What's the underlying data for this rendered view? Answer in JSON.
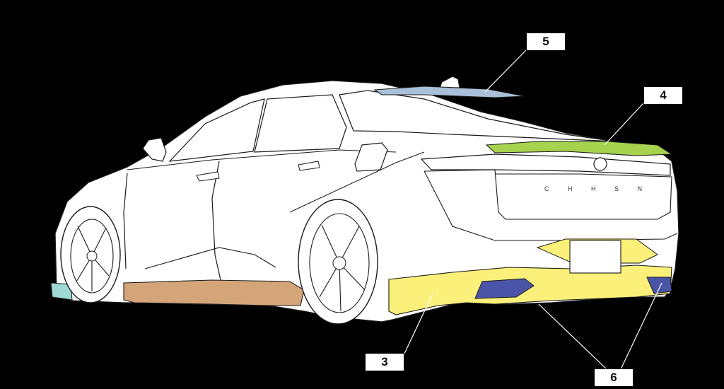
{
  "diagram": {
    "callouts": [
      {
        "id": "5",
        "label": "5"
      },
      {
        "id": "4",
        "label": "4"
      },
      {
        "id": "3",
        "label": "3"
      },
      {
        "id": "6",
        "label": "6"
      }
    ],
    "trunk_badge": "C H H S N",
    "colors": {
      "background": "#000000",
      "body": "#ffffff",
      "outline": "#1a1a1a",
      "rear_bumper": "#fbf07a",
      "trunk_spoiler": "#a6d24e",
      "roof_spoiler": "#a9c0d8",
      "side_skirt": "#d5a57a",
      "front_lip": "#9fd9d4",
      "exhaust_finisher": "#4a55a8"
    }
  }
}
